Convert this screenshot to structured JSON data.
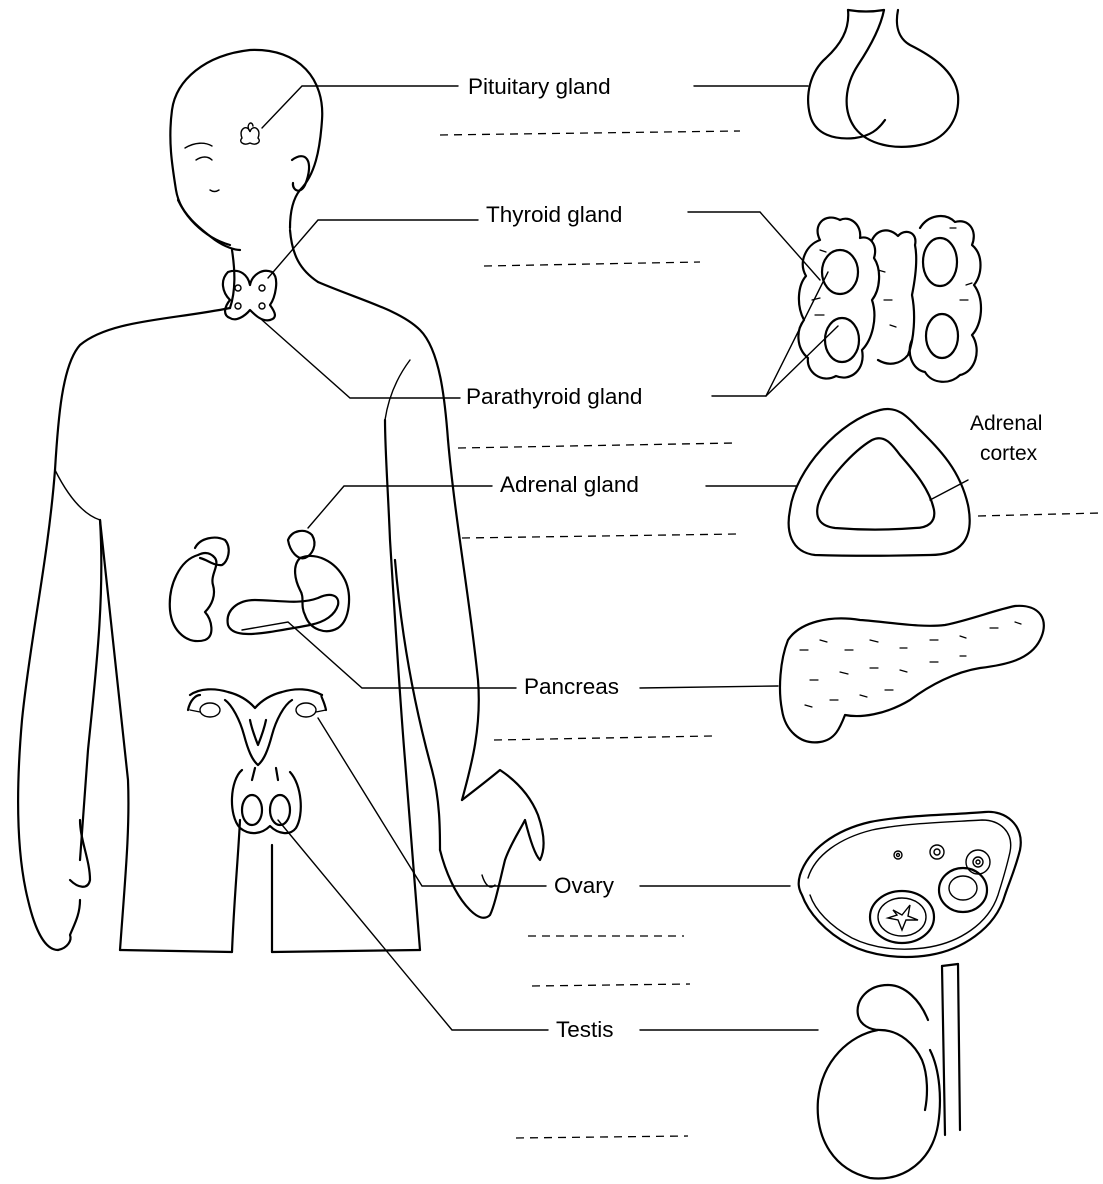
{
  "labels": {
    "pituitary": "Pituitary gland",
    "thyroid": "Thyroid gland",
    "parathyroid": "Parathyroid gland",
    "adrenal": "Adrenal gland",
    "adrenal_cortex_line1": "Adrenal",
    "adrenal_cortex_line2": "cortex",
    "pancreas": "Pancreas",
    "ovary": "Ovary",
    "testis": "Testis"
  }
}
